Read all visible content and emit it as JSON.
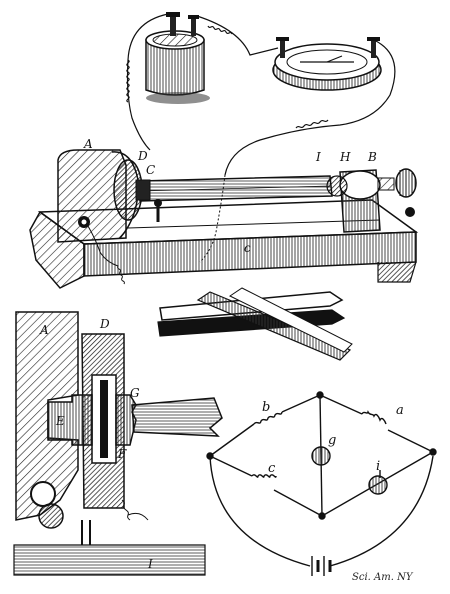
{
  "figure": {
    "apparatus_labels": {
      "A": "A",
      "D": "D",
      "C": "C",
      "I": "I",
      "H": "H",
      "B": "B",
      "c": "c"
    },
    "detail_labels": {
      "A": "A",
      "D": "D",
      "G": "G",
      "E": "E",
      "F": "F",
      "I": "I"
    },
    "circuit_labels": {
      "a": "a",
      "b": "b",
      "c": "c",
      "g": "g",
      "i": "i"
    },
    "signature": "Sci. Am. NY"
  }
}
